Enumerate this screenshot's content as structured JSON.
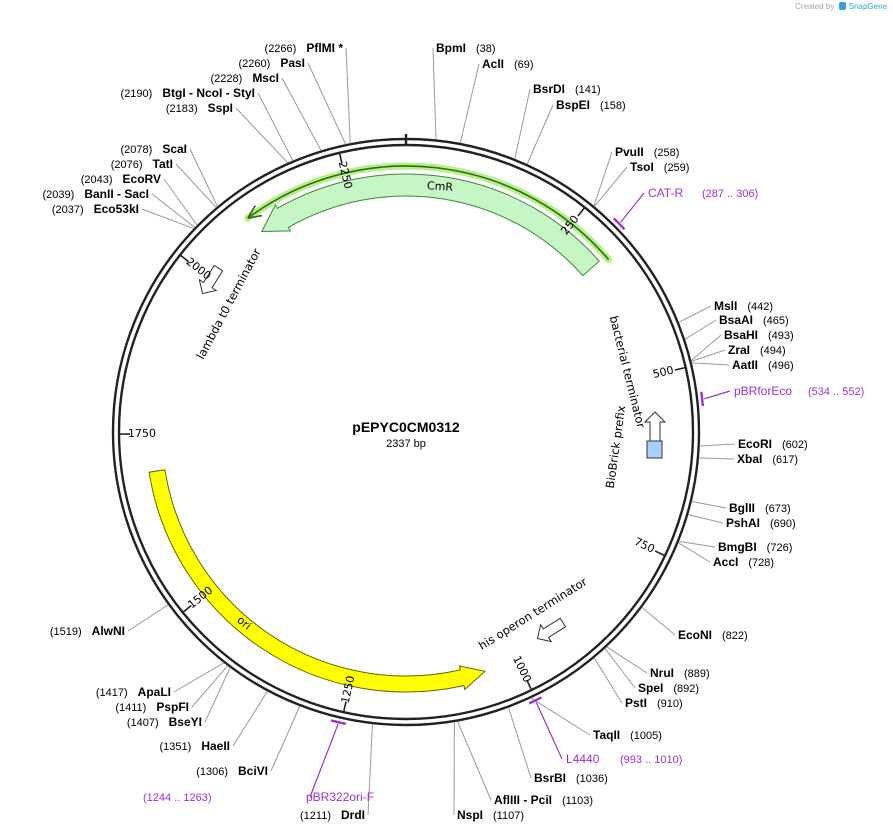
{
  "credit": {
    "text": "Created by",
    "brand": "SnapGene"
  },
  "plasmid": {
    "name": "pEPYC0CM0312",
    "length": 2337,
    "length_label": "2337 bp"
  },
  "colors": {
    "backbone": "#222222",
    "enzyme_label": "#000000",
    "primer": "#9b30d9",
    "cmr_fill": "#c6f5c6",
    "cmr_stroke": "#3a8a3a",
    "cmr_glow": "#b6f08a",
    "ori_fill": "#ffff00",
    "terminator_fill": "#ffffff",
    "biobrick_fill": "#a8d0ff"
  },
  "ticks": [
    {
      "bp": 250,
      "label": "250"
    },
    {
      "bp": 500,
      "label": "500"
    },
    {
      "bp": 750,
      "label": "750"
    },
    {
      "bp": 1000,
      "label": "1000"
    },
    {
      "bp": 1250,
      "label": "1250"
    },
    {
      "bp": 1500,
      "label": "1500"
    },
    {
      "bp": 1750,
      "label": "1750"
    },
    {
      "bp": 2000,
      "label": "2000"
    },
    {
      "bp": 2250,
      "label": "2250"
    }
  ],
  "enzymes": [
    {
      "name": "BpmI",
      "pos": "(38)",
      "site": 38,
      "side": "right"
    },
    {
      "name": "AclI",
      "pos": "(69)",
      "site": 69,
      "side": "right"
    },
    {
      "name": "BsrDI",
      "pos": "(141)",
      "site": 141,
      "side": "right"
    },
    {
      "name": "BspEI",
      "pos": "(158)",
      "site": 158,
      "side": "right"
    },
    {
      "name": "PvuII",
      "pos": "(258)",
      "site": 258,
      "side": "right"
    },
    {
      "name": "TsoI",
      "pos": "(259)",
      "site": 259,
      "side": "right"
    },
    {
      "name": "MslI",
      "pos": "(442)",
      "site": 442,
      "side": "right"
    },
    {
      "name": "BsaAI",
      "pos": "(465)",
      "site": 465,
      "side": "right"
    },
    {
      "name": "BsaHI",
      "pos": "(493)",
      "site": 493,
      "side": "right"
    },
    {
      "name": "ZraI",
      "pos": "(494)",
      "site": 494,
      "side": "right"
    },
    {
      "name": "AatII",
      "pos": "(496)",
      "site": 496,
      "side": "right"
    },
    {
      "name": "EcoRI",
      "pos": "(602)",
      "site": 602,
      "side": "right"
    },
    {
      "name": "XbaI",
      "pos": "(617)",
      "site": 617,
      "side": "right"
    },
    {
      "name": "BglII",
      "pos": "(673)",
      "site": 673,
      "side": "right"
    },
    {
      "name": "PshAI",
      "pos": "(690)",
      "site": 690,
      "side": "right"
    },
    {
      "name": "BmgBI",
      "pos": "(726)",
      "site": 726,
      "side": "right"
    },
    {
      "name": "AccI",
      "pos": "(728)",
      "site": 728,
      "side": "right"
    },
    {
      "name": "EcoNI",
      "pos": "(822)",
      "site": 822,
      "side": "right"
    },
    {
      "name": "NruI",
      "pos": "(889)",
      "site": 889,
      "side": "right"
    },
    {
      "name": "SpeI",
      "pos": "(892)",
      "site": 892,
      "side": "right"
    },
    {
      "name": "PstI",
      "pos": "(910)",
      "site": 910,
      "side": "right"
    },
    {
      "name": "TaqII",
      "pos": "(1005)",
      "site": 1005,
      "side": "right"
    },
    {
      "name": "BsrBI",
      "pos": "(1036)",
      "site": 1036,
      "side": "right"
    },
    {
      "name": "AflIII  - PciI",
      "pos": "(1103)",
      "site": 1103,
      "side": "right"
    },
    {
      "name": "NspI",
      "pos": "(1107)",
      "site": 1107,
      "side": "right"
    },
    {
      "name": "DrdI",
      "pos": "(1211)",
      "site": 1211,
      "side": "left"
    },
    {
      "name": "BciVI",
      "pos": "(1306)",
      "site": 1306,
      "side": "left"
    },
    {
      "name": "HaeII",
      "pos": "(1351)",
      "site": 1351,
      "side": "left"
    },
    {
      "name": "BseYI",
      "pos": "(1407)",
      "site": 1407,
      "side": "left"
    },
    {
      "name": "PspFI",
      "pos": "(1411)",
      "site": 1411,
      "side": "left"
    },
    {
      "name": "ApaLI",
      "pos": "(1417)",
      "site": 1417,
      "side": "left"
    },
    {
      "name": "AlwNI",
      "pos": "(1519)",
      "site": 1519,
      "side": "left"
    },
    {
      "name": "Eco53kI",
      "pos": "(2037)",
      "site": 2037,
      "side": "left"
    },
    {
      "name": "BanII  - SacI",
      "pos": "(2039)",
      "site": 2039,
      "side": "left"
    },
    {
      "name": "EcoRV",
      "pos": "(2043)",
      "site": 2043,
      "side": "left"
    },
    {
      "name": "TatI",
      "pos": "(2076)",
      "site": 2076,
      "side": "left"
    },
    {
      "name": "ScaI",
      "pos": "(2078)",
      "site": 2078,
      "side": "left"
    },
    {
      "name": "SspI",
      "pos": "(2183)",
      "site": 2183,
      "side": "left"
    },
    {
      "name": "BtgI  - NcoI  - StyI",
      "pos": "(2190)",
      "site": 2190,
      "side": "left"
    },
    {
      "name": "MscI",
      "pos": "(2228)",
      "site": 2228,
      "side": "left"
    },
    {
      "name": "PasI",
      "pos": "(2260)",
      "site": 2260,
      "side": "left"
    },
    {
      "name": "PflMI *",
      "pos": "(2266)",
      "site": 2266,
      "side": "left"
    }
  ],
  "primers": [
    {
      "name": "CAT-R",
      "range": "(287 .. 306)",
      "start": 287,
      "end": 306,
      "side": "right"
    },
    {
      "name": "pBRforEco",
      "range": "(534 .. 552)",
      "start": 534,
      "end": 552,
      "side": "right"
    },
    {
      "name": "L4440",
      "range": "(993 .. 1010)",
      "start": 993,
      "end": 1010,
      "side": "right"
    },
    {
      "name": "pBR322ori-F",
      "range": "(1244 .. 1263)",
      "start": 1244,
      "end": 1263,
      "side": "left"
    }
  ],
  "features": [
    {
      "name": "CmR",
      "type": "cds",
      "start": 315,
      "end": 2105,
      "strand": -1
    },
    {
      "name": "ori",
      "type": "origin",
      "start": 1030,
      "end": 1620,
      "strand": -1
    },
    {
      "name": "lambda t0 terminator",
      "type": "terminator",
      "start": 1960,
      "end": 2020,
      "strand": -1
    },
    {
      "name": "bacterial terminator",
      "type": "terminator",
      "start": 570,
      "end": 600,
      "strand": 1
    },
    {
      "name": "BioBrick prefix",
      "type": "misc",
      "start": 600,
      "end": 625,
      "strand": 1
    },
    {
      "name": "his operon terminator",
      "type": "terminator",
      "start": 1005,
      "end": 1060,
      "strand": -1
    }
  ]
}
